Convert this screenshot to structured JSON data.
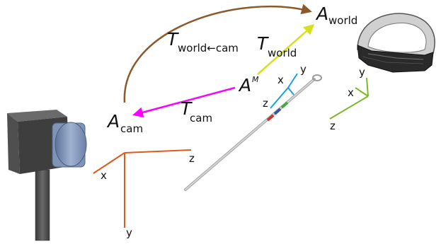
{
  "labels": {
    "a_world": {
      "main": "A",
      "sub": "world"
    },
    "a_cam": {
      "main": "A",
      "sub": "cam"
    },
    "a_m": {
      "main": "A",
      "sup": "M"
    },
    "t_world_cam": {
      "main": "T",
      "sub": "world←cam"
    },
    "t_world": {
      "main": "T",
      "sub": "world"
    },
    "t_cam": {
      "main": "T",
      "sub": "cam"
    }
  },
  "axes": {
    "camera": {
      "x": "x",
      "y": "y",
      "z": "z"
    },
    "needle": {
      "x": "x",
      "y": "y",
      "z": "z"
    },
    "headset": {
      "x": "x",
      "y": "y",
      "z": "z"
    }
  },
  "colors": {
    "arc_arrow": "#8b5a2b",
    "world_arrow": "#d6e01a",
    "cam_arrow": "#ff00ff",
    "camera_axes": "#e05a1a",
    "needle_axes": "#1aa0e0",
    "headset_axes": "#7ab82a",
    "camera_body": "#4a4a4a",
    "camera_lens": "#7f95b8",
    "needle": "#b9b9b9"
  },
  "icons": {
    "camera": "tracking-camera-icon",
    "headset": "ar-headset-icon",
    "needle": "tracked-needle-icon"
  }
}
